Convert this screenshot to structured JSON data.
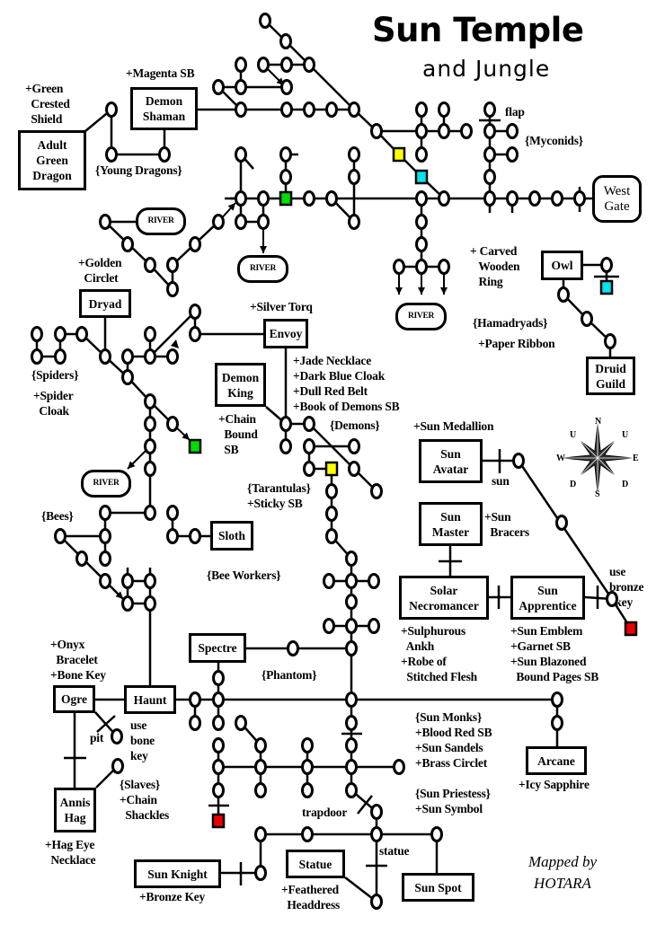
{
  "title": "Sun Temple",
  "subtitle": "and Jungle",
  "credit": "Mapped by\nHOTARA",
  "colors": {
    "line": "#000000",
    "yellow": "#ffff00",
    "cyan": "#00e5ee",
    "green": "#00dd00",
    "red": "#ee0000"
  },
  "boxes": {
    "adult_green_dragon": "Adult\nGreen\nDragon",
    "demon_shaman": "Demon\nShaman",
    "west_gate": "West\nGate",
    "owl": "Owl",
    "dryad": "Dryad",
    "envoy": "Envoy",
    "demon_king": "Demon\nKing",
    "druid_guild": "Druid\nGuild",
    "sun_avatar": "Sun\nAvatar",
    "sun_master": "Sun\nMaster",
    "solar_necromancer": "Solar\nNecromancer",
    "sun_apprentice": "Sun\nApprentice",
    "sloth": "Sloth",
    "spectre": "Spectre",
    "ogre": "Ogre",
    "haunt": "Haunt",
    "annis_hag": "Annis\nHag",
    "arcane": "Arcane",
    "sun_knight": "Sun Knight",
    "statue": "Statue",
    "sun_spot": "Sun Spot"
  },
  "river_label": "RIVER",
  "labels": {
    "green_crested_shield": "+Green\n  Crested\n  Shield",
    "magenta_sb": "+Magenta SB",
    "young_dragons": "{Young Dragons}",
    "flap": "flap",
    "myconids": "{Myconids}",
    "carved_wooden_ring": "+ Carved\n   Wooden\n   Ring",
    "golden_circlet": "+Golden\n  Circlet",
    "silver_torq": "+Silver Torq",
    "hamadryads": "{Hamadryads}",
    "paper_ribbon": "+Paper Ribbon",
    "spiders": "{Spiders}",
    "spider_cloak": "+Spider\n  Cloak",
    "envoy_loot": "+Jade Necklace\n+Dark Blue Cloak\n+Dull Red Belt\n+Book of Demons SB",
    "chain_bound_sb": "+Chain\n  Bound\n  SB",
    "demons": "{Demons}",
    "sun_medallion": "+Sun Medallion",
    "tarantulas": "{Tarantulas}\n+Sticky SB",
    "bees": "{Bees}",
    "bee_workers": "{Bee Workers}",
    "sun": "sun",
    "sun_bracers": "+Sun\n  Bracers",
    "use_bronze_key": "use\nbronze\n  key",
    "sulphurous_ankh": "+Sulphurous\n  Ankh",
    "robe": "+Robe of\n  Stitched Flesh",
    "apprentice_loot": "+Sun Emblem\n+Garnet SB\n+Sun Blazoned\n  Bound Pages SB",
    "ogre_loot": "+Onyx\n  Bracelet\n+Bone Key",
    "phantom": "{Phantom}",
    "use_bone_key": "use\nbone\nkey",
    "pit": "pit",
    "sun_monks": "{Sun Monks}\n+Blood Red SB\n+Sun Sandels\n+Brass Circlet",
    "slaves": "{Slaves}\n+Chain\n  Shackles",
    "sun_priestess": "{Sun Priestess}\n+Sun Symbol",
    "trapdoor": "trapdoor",
    "icy_sapphire": "+Icy Sapphire",
    "hag_eye_necklace": "+Hag Eye\n  Necklace",
    "statue_word": "statue",
    "bronze_key": "+Bronze Key",
    "feathered_headdress": "+Feathered\n  Headdress"
  },
  "compass": {
    "n": "N",
    "s": "S",
    "e": "E",
    "w": "W",
    "u": "U",
    "d": "D"
  }
}
